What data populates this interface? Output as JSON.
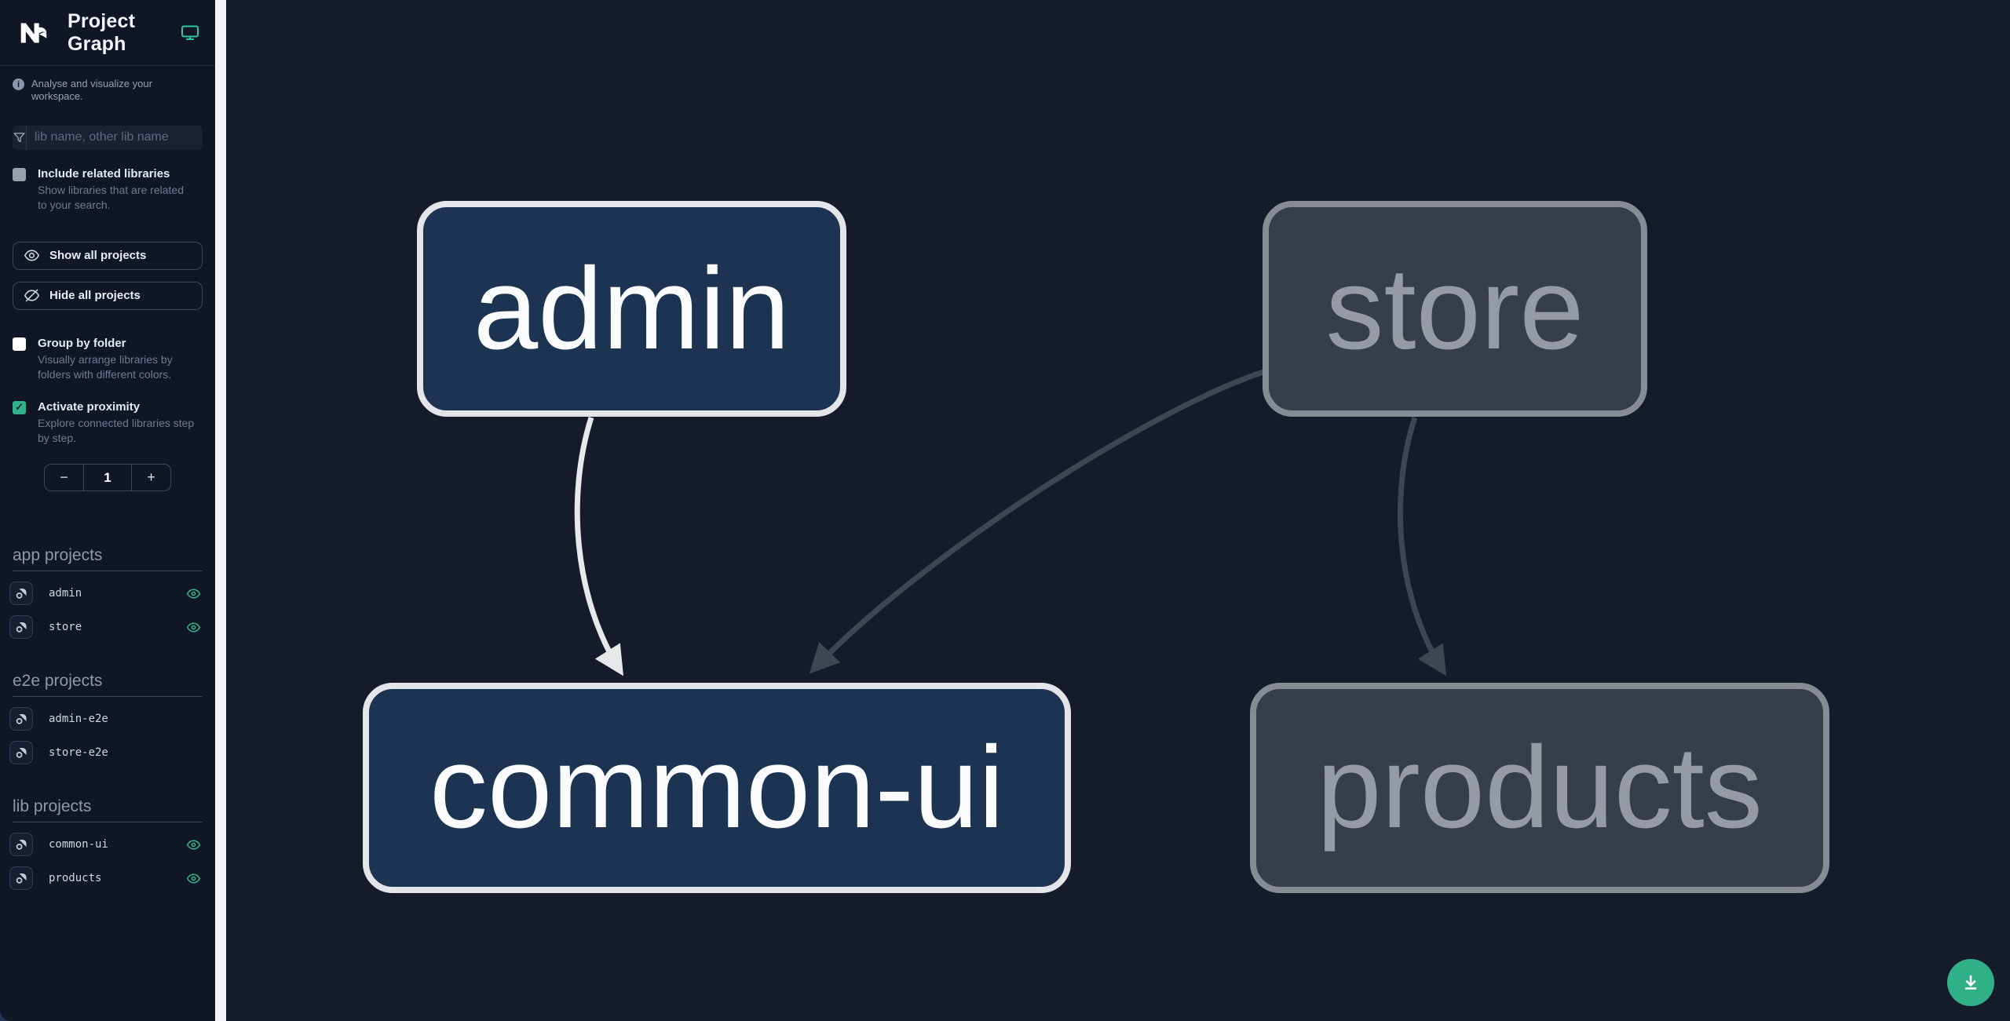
{
  "header": {
    "title": "Project Graph",
    "logo": "Nx",
    "icons": {
      "theme": "monitor-icon"
    }
  },
  "sidebar": {
    "tagline": "Analyse and visualize your workspace.",
    "search": {
      "placeholder": "lib name, other lib name",
      "value": ""
    },
    "toggles": [
      {
        "label": "Include related libraries",
        "description": "Show libraries that are related to your search.",
        "checked": false
      },
      {
        "label": "Group by folder",
        "description": "Visually arrange libraries by folders with different colors.",
        "checked": false
      },
      {
        "label": "Activate proximity",
        "description": "Explore connected libraries step by step.",
        "checked": true,
        "check_glyph": "✓"
      }
    ],
    "buttons": {
      "show_all": "Show all projects",
      "hide_all": "Hide all projects"
    },
    "proximity_counter": {
      "decrement": "−",
      "value": "1",
      "increment": "+"
    },
    "sections": [
      {
        "title": "app projects",
        "items": [
          {
            "name": "admin",
            "visible": true
          },
          {
            "name": "store",
            "visible": true
          }
        ]
      },
      {
        "title": "e2e projects",
        "items": [
          {
            "name": "admin-e2e",
            "visible": false
          },
          {
            "name": "store-e2e",
            "visible": false
          }
        ]
      },
      {
        "title": "lib projects",
        "items": [
          {
            "name": "common-ui",
            "visible": true
          },
          {
            "name": "products",
            "visible": true
          }
        ]
      }
    ]
  },
  "graph": {
    "nodes": [
      {
        "id": "admin",
        "label": "admin",
        "state": "focused"
      },
      {
        "id": "store",
        "label": "store",
        "state": "dimmed"
      },
      {
        "id": "common-ui",
        "label": "common-ui",
        "state": "focused"
      },
      {
        "id": "products",
        "label": "products",
        "state": "dimmed"
      }
    ],
    "edges": [
      {
        "from": "admin",
        "to": "common-ui",
        "highlighted": true
      },
      {
        "from": "store",
        "to": "common-ui",
        "highlighted": false
      },
      {
        "from": "store",
        "to": "products",
        "highlighted": false
      }
    ]
  },
  "fab": {
    "action": "download-graph-image"
  },
  "colors": {
    "canvas_bg": "#151b2b",
    "sidebar_bg": "#101626",
    "accent_green": "#2fb287",
    "node_focused_bg": "#1c3452",
    "node_focused_border": "#e3e5e9",
    "node_dimmed_bg": "#363d4b",
    "node_dimmed_border": "#878b93",
    "edge_highlight": "#e7e8ea",
    "edge_normal": "#3e4553",
    "fab_bg": "#30b087"
  }
}
